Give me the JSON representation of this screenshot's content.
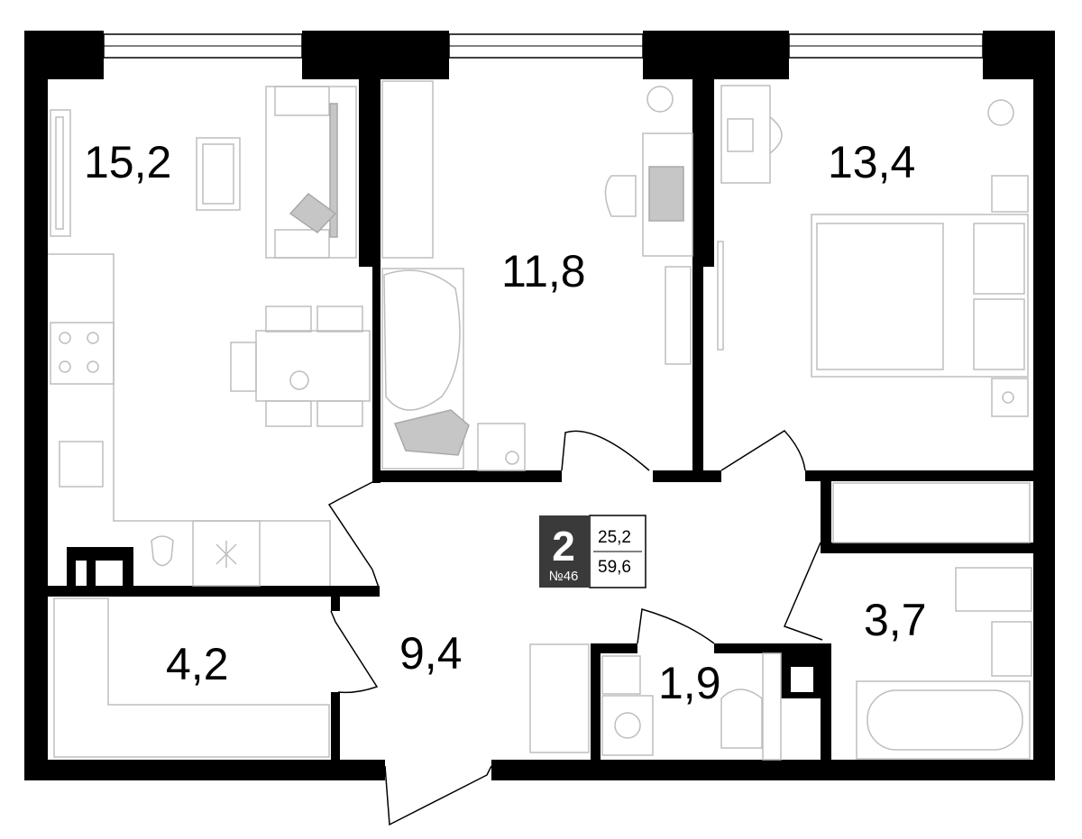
{
  "apartment": {
    "rooms_count": "2",
    "number": "№46",
    "living_area": "25,2",
    "total_area": "59,6"
  },
  "rooms": [
    {
      "id": "kitchen-living",
      "area": "15,2"
    },
    {
      "id": "bedroom-small",
      "area": "11,8"
    },
    {
      "id": "bedroom-main",
      "area": "13,4"
    },
    {
      "id": "storage",
      "area": "4,2"
    },
    {
      "id": "hallway",
      "area": "9,4"
    },
    {
      "id": "toilet",
      "area": "1,9"
    },
    {
      "id": "bathroom",
      "area": "3,7"
    }
  ],
  "colors": {
    "wall": "#000000",
    "furniture": "#bdbdbd",
    "badge": "#3a3a3a"
  }
}
